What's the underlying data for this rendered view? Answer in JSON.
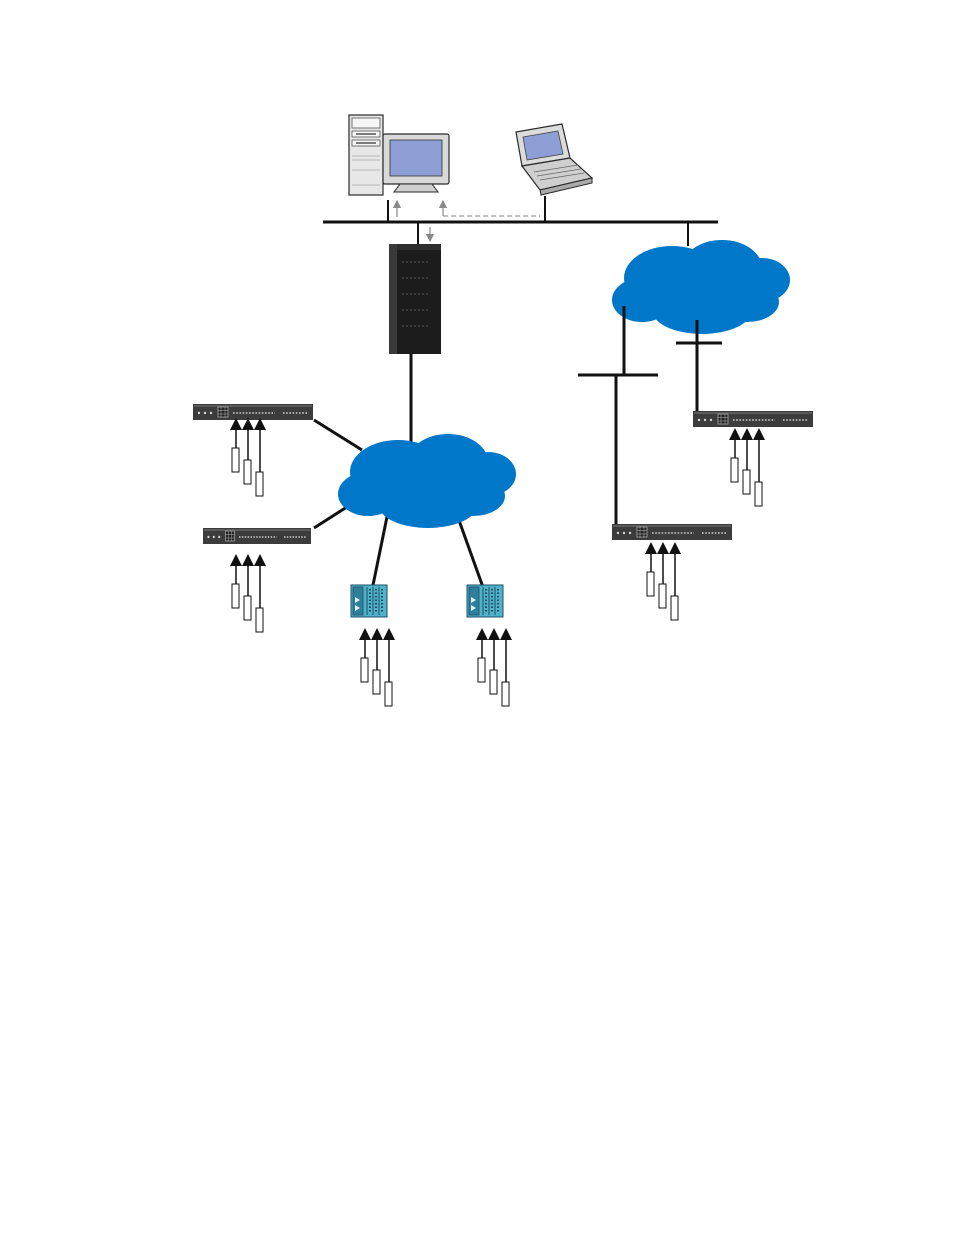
{
  "diagram": {
    "nodes": [
      {
        "id": "desktop-pc",
        "kind": "workstation",
        "icon": "desktop-computer-icon"
      },
      {
        "id": "laptop",
        "kind": "workstation",
        "icon": "laptop-icon"
      },
      {
        "id": "gateway",
        "kind": "gateway",
        "icon": "gateway-device-icon"
      },
      {
        "id": "cloud-left",
        "kind": "network",
        "icon": "cloud-icon"
      },
      {
        "id": "cloud-right",
        "kind": "network",
        "icon": "cloud-icon"
      },
      {
        "id": "rack-unit-1",
        "kind": "io-device",
        "icon": "rack-unit-icon"
      },
      {
        "id": "rack-unit-2",
        "kind": "io-device",
        "icon": "rack-unit-icon"
      },
      {
        "id": "rack-unit-3",
        "kind": "io-device",
        "icon": "rack-unit-icon"
      },
      {
        "id": "rack-unit-4",
        "kind": "io-device",
        "icon": "rack-unit-icon"
      },
      {
        "id": "io-module-1",
        "kind": "io-device",
        "icon": "io-module-icon"
      },
      {
        "id": "io-module-2",
        "kind": "io-device",
        "icon": "io-module-icon"
      }
    ],
    "colors": {
      "cloud": "#0077C8",
      "line": "#111111",
      "arrow_gray": "#8a8a8a",
      "rack_body": "#3c3c3c",
      "module_teal": "#4fb2c8",
      "monitor_screen": "#8e9fd6",
      "gateway_body": "#1c1c1c"
    }
  }
}
